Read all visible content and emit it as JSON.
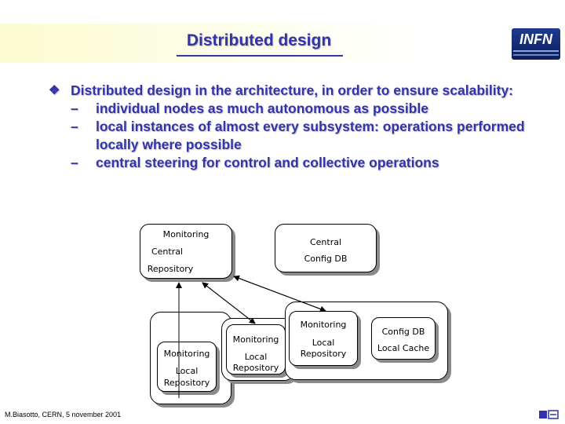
{
  "slide": {
    "title": "Distributed design",
    "logo_text": "INFN"
  },
  "bullets": {
    "main": "Distributed design in the architecture, in order to ensure scalability:",
    "sub": [
      "individual nodes as much autonomous as possible",
      "local instances of almost every subsystem: operations performed locally where possible",
      "central steering for control and collective operations"
    ]
  },
  "diagram": {
    "central_repo": [
      "Monitoring",
      "Central",
      "Repository"
    ],
    "central_config": [
      "Central",
      "Config DB"
    ],
    "node1": [
      "Monitoring",
      "Local",
      "Repository"
    ],
    "node2": [
      "Monitoring",
      "Local",
      "Repository"
    ],
    "node3_repo": [
      "Monitoring",
      "Local",
      "Repository"
    ],
    "node3_config": [
      "Config DB",
      "Local Cache"
    ]
  },
  "footer": {
    "credit": "M.Biasotto, CERN, 5 november 2001"
  }
}
